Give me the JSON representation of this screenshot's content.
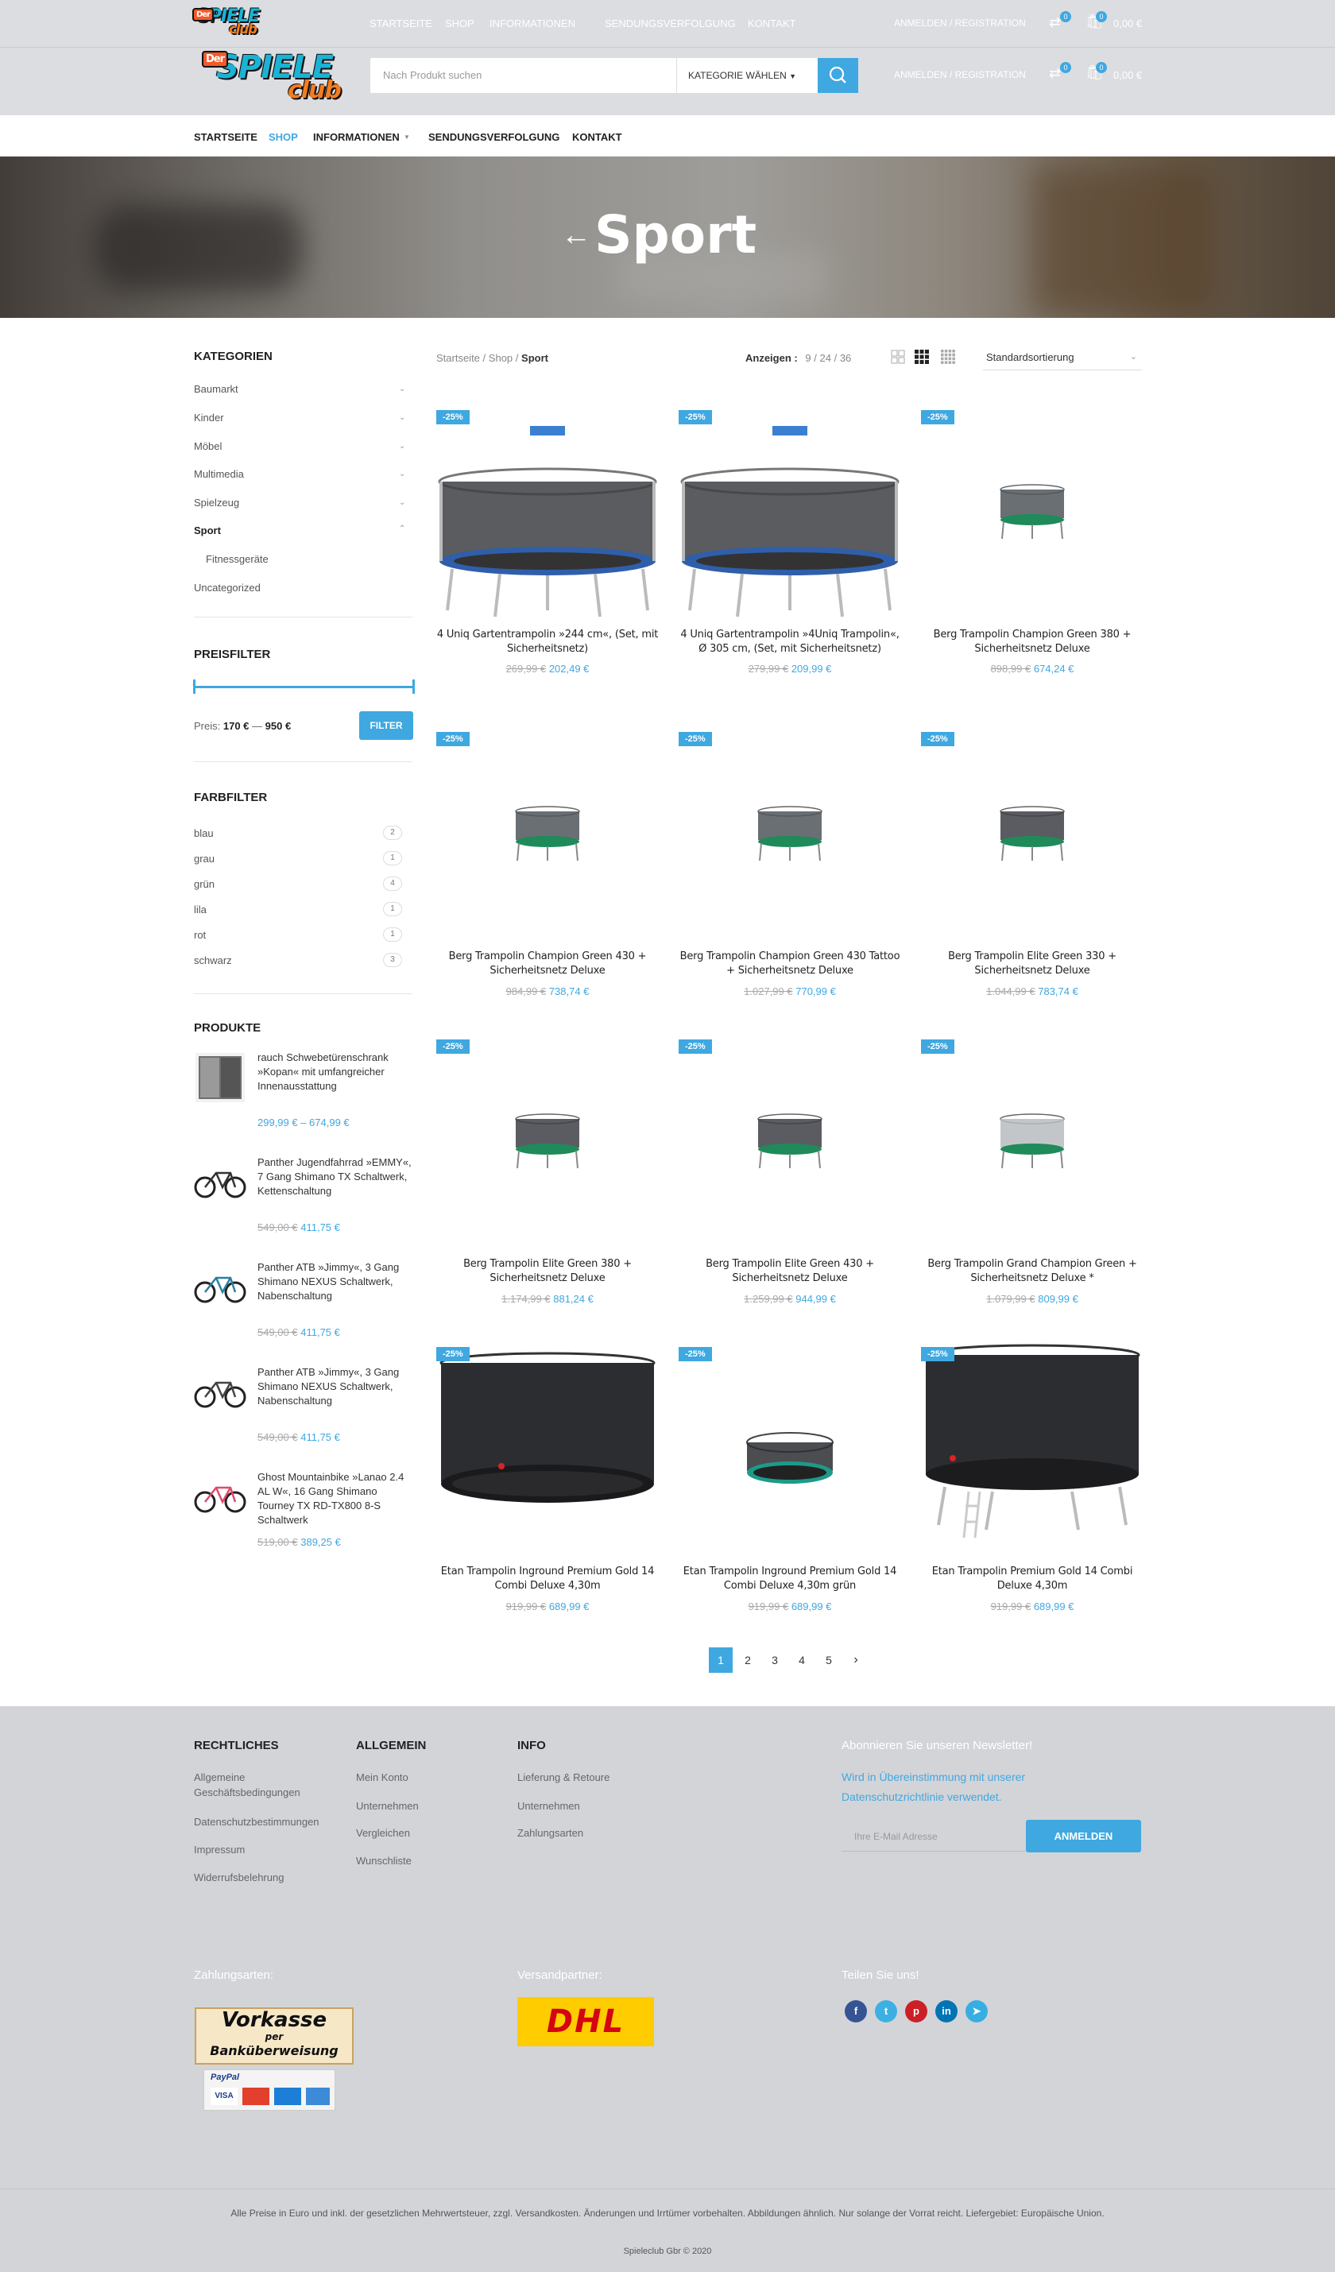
{
  "brand": {
    "logo_main": "SPIELE",
    "logo_sub": "club",
    "logo_badge": "Der"
  },
  "top_nav": [
    "STARTSEITE",
    "SHOP",
    "INFORMATIONEN",
    "SENDUNGSVERFOLGUNG",
    "KONTAKT"
  ],
  "account": {
    "login": "ANMELDEN / REGISTRATION",
    "compare_count": "0",
    "cart_count": "0",
    "cart_total": "0,00 €"
  },
  "search": {
    "placeholder": "Nach Produkt suchen",
    "category": "KATEGORIE WÄHLEN"
  },
  "main_nav": [
    "STARTSEITE",
    "SHOP",
    "INFORMATIONEN",
    "SENDUNGSVERFOLGUNG",
    "KONTAKT"
  ],
  "page_title": "Sport",
  "sidebar": {
    "categories_title": "KATEGORIEN",
    "categories": [
      "Baumarkt",
      "Kinder",
      "Möbel",
      "Multimedia",
      "Spielzeug",
      "Sport",
      "Fitnessgeräte",
      "Uncategorized"
    ],
    "price_title": "PREISFILTER",
    "price_label": "Preis:",
    "price_min": "170 €",
    "price_sep": "—",
    "price_max": "950 €",
    "filter_btn": "FILTER",
    "color_title": "FARBFILTER",
    "colors": [
      {
        "name": "blau",
        "count": "2"
      },
      {
        "name": "grau",
        "count": "1"
      },
      {
        "name": "grün",
        "count": "4"
      },
      {
        "name": "lila",
        "count": "1"
      },
      {
        "name": "rot",
        "count": "1"
      },
      {
        "name": "schwarz",
        "count": "3"
      }
    ],
    "products_title": "PRODUKTE",
    "products": [
      {
        "name": "rauch Schwebetürenschrank »Kopan« mit umfangreicher Innenausstattung",
        "old": "",
        "price": "299,99 € – 674,99 €"
      },
      {
        "name": "Panther Jugendfahrrad »EMMY«, 7 Gang Shimano TX Schaltwerk, Kettenschaltung",
        "old": "549,00 €",
        "price": "411,75 €"
      },
      {
        "name": "Panther ATB »Jimmy«, 3 Gang Shimano NEXUS Schaltwerk, Nabenschaltung",
        "old": "549,00 €",
        "price": "411,75 €"
      },
      {
        "name": "Panther ATB »Jimmy«, 3 Gang Shimano NEXUS Schaltwerk, Nabenschaltung",
        "old": "549,00 €",
        "price": "411,75 €"
      },
      {
        "name": "Ghost Mountainbike »Lanao 2.4 AL W«, 16 Gang Shimano Tourney TX RD-TX800 8-S Schaltwerk",
        "old": "519,00 €",
        "price": "389,25 €"
      }
    ]
  },
  "toolbar": {
    "crumb_home": "Startseite",
    "crumb_shop": "Shop",
    "crumb_current": "Sport",
    "sep": "/",
    "show_label": "Anzeigen :",
    "show_opts": [
      "9",
      "24",
      "36"
    ],
    "sort": "Standardsortierung"
  },
  "products": [
    {
      "name": "4 Uniq Gartentrampolin »244 cm«, (Set, mit Sicherheitsnetz)",
      "old": "269,99 €",
      "price": "202,49 €",
      "badge": "-25%"
    },
    {
      "name": "4 Uniq Gartentrampolin »4Uniq Trampolin«, Ø 305 cm, (Set, mit Sicherheitsnetz)",
      "old": "279,99 €",
      "price": "209,99 €",
      "badge": "-25%"
    },
    {
      "name": "Berg Trampolin Champion Green 380 + Sicherheitsnetz Deluxe",
      "old": "898,99 €",
      "price": "674,24 €",
      "badge": "-25%"
    },
    {
      "name": "Berg Trampolin Champion Green 430 + Sicherheitsnetz Deluxe",
      "old": "984,99 €",
      "price": "738,74 €",
      "badge": "-25%"
    },
    {
      "name": "Berg Trampolin Champion Green 430 Tattoo + Sicherheitsnetz Deluxe",
      "old": "1.027,99 €",
      "price": "770,99 €",
      "badge": "-25%"
    },
    {
      "name": "Berg Trampolin Elite Green 330 + Sicherheitsnetz Deluxe",
      "old": "1.044,99 €",
      "price": "783,74 €",
      "badge": "-25%"
    },
    {
      "name": "Berg Trampolin Elite Green 380 + Sicherheitsnetz Deluxe",
      "old": "1.174,99 €",
      "price": "881,24 €",
      "badge": "-25%"
    },
    {
      "name": "Berg Trampolin Elite Green 430 + Sicherheitsnetz Deluxe",
      "old": "1.259,99 €",
      "price": "944,99 €",
      "badge": "-25%"
    },
    {
      "name": "Berg Trampolin Grand Champion Green + Sicherheitsnetz Deluxe *",
      "old": "1.079,99 €",
      "price": "809,99 €",
      "badge": "-25%"
    },
    {
      "name": "Etan Trampolin Inground Premium Gold 14 Combi Deluxe 4,30m",
      "old": "919,99 €",
      "price": "689,99 €",
      "badge": "-25%"
    },
    {
      "name": "Etan Trampolin Inground Premium Gold 14 Combi Deluxe 4,30m grün",
      "old": "919,99 €",
      "price": "689,99 €",
      "badge": "-25%"
    },
    {
      "name": "Etan Trampolin Premium Gold 14 Combi Deluxe 4,30m",
      "old": "919,99 €",
      "price": "689,99 €",
      "badge": "-25%"
    }
  ],
  "pagination": [
    "1",
    "2",
    "3",
    "4",
    "5"
  ],
  "footer": {
    "legal_title": "RECHTLICHES",
    "legal": [
      "Allgemeine Geschäftsbedingungen",
      "Datenschutzbestimmungen",
      "Impressum",
      "Widerrufsbelehrung"
    ],
    "general_title": "ALLGEMEIN",
    "general": [
      "Mein Konto",
      "Unternehmen",
      "Vergleichen",
      "Wunschliste"
    ],
    "info_title": "INFO",
    "info": [
      "Lieferung & Retoure",
      "Unternehmen",
      "Zahlungsarten"
    ],
    "newsletter_title": "Abonnieren Sie unseren Newsletter!",
    "newsletter_text": "Wird in Übereinstimmung mit unserer Datenschutzrichtlinie verwendet.",
    "newsletter_placeholder": "Ihre E-Mail Adresse",
    "newsletter_btn": "ANMELDEN",
    "payment_title": "Zahlungsarten:",
    "vorkasse": "Vorkasse",
    "per": "per",
    "bank": "Banküberweisung",
    "paypal": "PayPal",
    "shipping_title": "Versandpartner:",
    "dhl": "DHL",
    "share_title": "Teilen Sie uns!",
    "notice": "Alle Preise in Euro und inkl. der gesetzlichen Mehrwertsteuer, zzgl. Versandkosten. Änderungen und Irrtümer vorbehalten. Abbildungen ähnlich. Nur solange der Vorrat reicht. Liefergebiet: Europäische Union.",
    "copyright": "Spieleclub Gbr © 2020"
  }
}
